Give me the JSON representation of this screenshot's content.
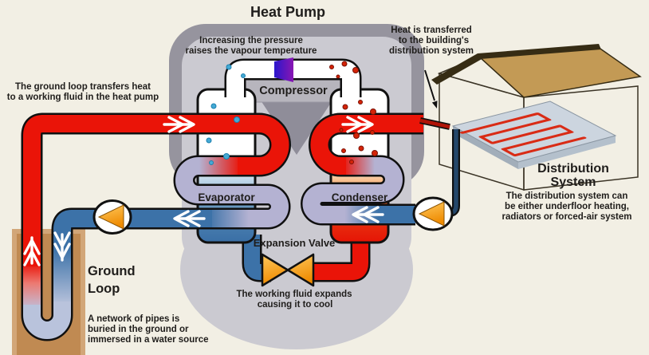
{
  "title": "Heat Pump",
  "components": {
    "compressor": "Compressor",
    "evaporator": "Evaporator",
    "condenser": "Condenser",
    "expansion_valve": "Expansion Valve",
    "ground_loop_line1": "Ground",
    "ground_loop_line2": "Loop",
    "distribution_line1": "Distribution",
    "distribution_line2": "System"
  },
  "annotations": {
    "compressor_note_line1": "Increasing the pressure",
    "compressor_note_line2": "raises the vapour temperature",
    "ground_note_line1": "The ground loop transfers heat",
    "ground_note_line2": "to a working fluid in the heat pump",
    "house_note_line1": "Heat is transferred",
    "house_note_line2": "to the building's",
    "house_note_line3": "distribution system",
    "valve_note_line1": "The working fluid expands",
    "valve_note_line2": "causing it to cool",
    "ground_desc_line1": "A network of pipes is",
    "ground_desc_line2": "buried in the ground or",
    "ground_desc_line3": "immersed in a water source",
    "distribution_desc_line1": "The distribution system can",
    "distribution_desc_line2": "be either underfloor heating,",
    "distribution_desc_line3": "radiators or forced-air system"
  },
  "colors": {
    "hot_pipe": "#ea1408",
    "cold_pipe": "#3c72a8",
    "tempered_pipe": "#b4b2d2",
    "pump_orange": "#f59b16",
    "housing_gray_dark": "#96949e",
    "housing_gray_light": "#cbcad1",
    "ground_tan": "#c9975f",
    "roof_tan": "#c39a55",
    "evaporator_label": "#647b8d",
    "condenser_label": "#8c2c1a",
    "background": "#f2efe4"
  }
}
